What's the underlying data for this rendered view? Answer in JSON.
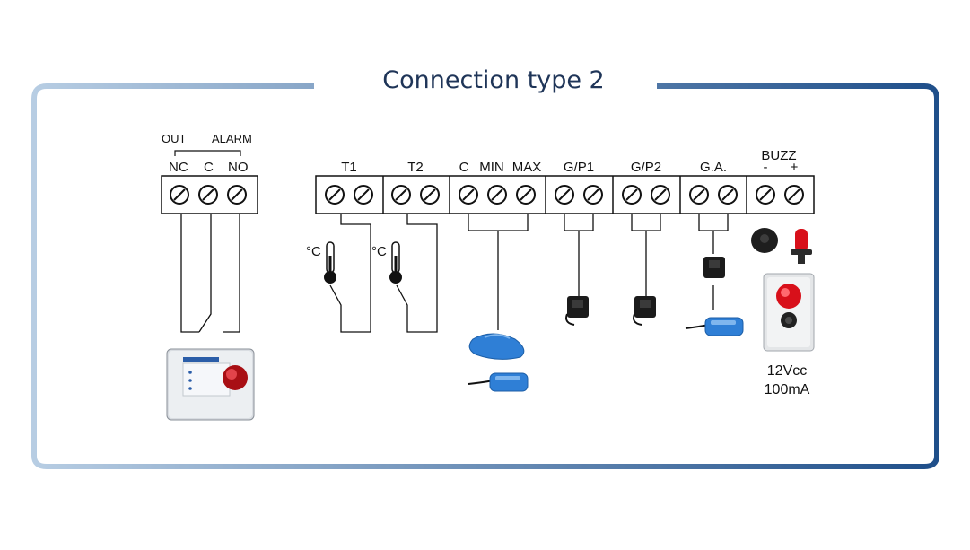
{
  "title": "Connection type 2",
  "alarm_block": {
    "group_left": "OUT",
    "group_right": "ALARM",
    "terminals": [
      "NC",
      "C",
      "NO"
    ]
  },
  "groups": [
    {
      "label": "T1",
      "terminals": []
    },
    {
      "label": "T2",
      "terminals": []
    },
    {
      "label": "",
      "terminals": [
        "C",
        "MIN",
        "MAX"
      ]
    },
    {
      "label": "G/P1",
      "terminals": []
    },
    {
      "label": "G/P2",
      "terminals": []
    },
    {
      "label": "G.A.",
      "terminals": []
    },
    {
      "label": "BUZZ",
      "terminals": [
        "-",
        "+"
      ]
    }
  ],
  "sensor_unit": "°C",
  "buzzer_spec": {
    "voltage": "12Vcc",
    "current": "100mA"
  },
  "colors": {
    "frame_left": "#b7cde3",
    "frame_right": "#1f4f8a",
    "title": "#1f3558",
    "float_switch": "#2f7fd6",
    "beacon": "#d8101a"
  },
  "icons": [
    "screw-terminal-icon",
    "thermometer-icon",
    "float-switch-icon",
    "pressure-switch-icon",
    "buzzer-icon",
    "beacon-icon",
    "alarm-panel-icon",
    "siren-box-icon"
  ]
}
